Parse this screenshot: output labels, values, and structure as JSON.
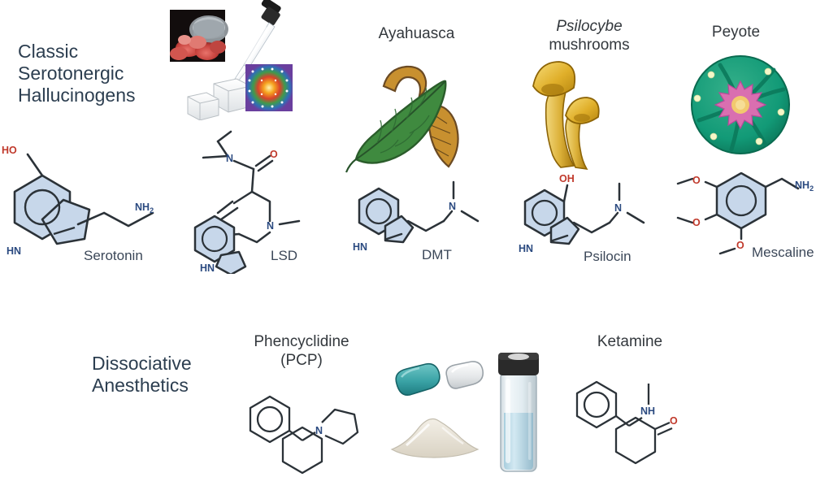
{
  "figure": {
    "background_color": "#ffffff",
    "heading_color": "#2c3e50",
    "label_color": "#3b4758",
    "nitrogen_color": "#2b4a80",
    "oxygen_color": "#c0392b",
    "ring_fill_color": "#c7d7ea",
    "bond_color": "#2b3238"
  },
  "sections": {
    "classic": {
      "heading": "Classic\nSerotonergic\nHallucinogens"
    },
    "dissociative": {
      "heading": "Dissociative\nAnesthetics"
    }
  },
  "sources": {
    "ayahuasca": {
      "label": "Ayahuasca"
    },
    "psilocybe": {
      "italic_line": "Psilocybe",
      "plain_line": "mushrooms"
    },
    "peyote": {
      "label": "Peyote"
    },
    "pcp": {
      "line1": "Phencyclidine",
      "line2": "(PCP)"
    },
    "ketamine": {
      "label": "Ketamine"
    }
  },
  "compounds": {
    "serotonin": {
      "label": "Serotonin",
      "atoms": {
        "hydroxyl": "HO",
        "indole_nh": "HN",
        "amine": "NH",
        "amine_sub": "2"
      }
    },
    "lsd": {
      "label": "LSD",
      "atoms": {
        "amide_n": "N",
        "carbonyl_o": "O",
        "ring_n": "N",
        "indole_nh": "HN"
      }
    },
    "dmt": {
      "label": "DMT",
      "atoms": {
        "indole_nh": "HN",
        "amine_n": "N"
      }
    },
    "psilocin": {
      "label": "Psilocin",
      "atoms": {
        "hydroxyl": "OH",
        "indole_nh": "HN",
        "amine_n": "N"
      }
    },
    "mescaline": {
      "label": "Mescaline",
      "atoms": {
        "methoxy_1": "O",
        "methoxy_2": "O",
        "methoxy_3": "O",
        "amine": "NH",
        "amine_sub": "2"
      }
    },
    "pcp": {
      "label": "",
      "atoms": {
        "piperidine_n": "N"
      }
    },
    "ketamine": {
      "label": "",
      "atoms": {
        "amine_nh": "NH",
        "carbonyl_o": "O"
      }
    }
  },
  "artwork": {
    "crystals_photo": "red-crystals-photo",
    "dropper": "liquid-dropper",
    "sugar_cubes": "sugar-cubes",
    "blotter": "blotter-paper-sheet",
    "leaf": "ayahuasca-leaf-and-vine",
    "mushrooms": "golden-mushrooms",
    "cactus": "peyote-cactus-button",
    "capsules": "capsule-halves",
    "powder": "white-powder-pile",
    "vial": "glass-vial"
  }
}
